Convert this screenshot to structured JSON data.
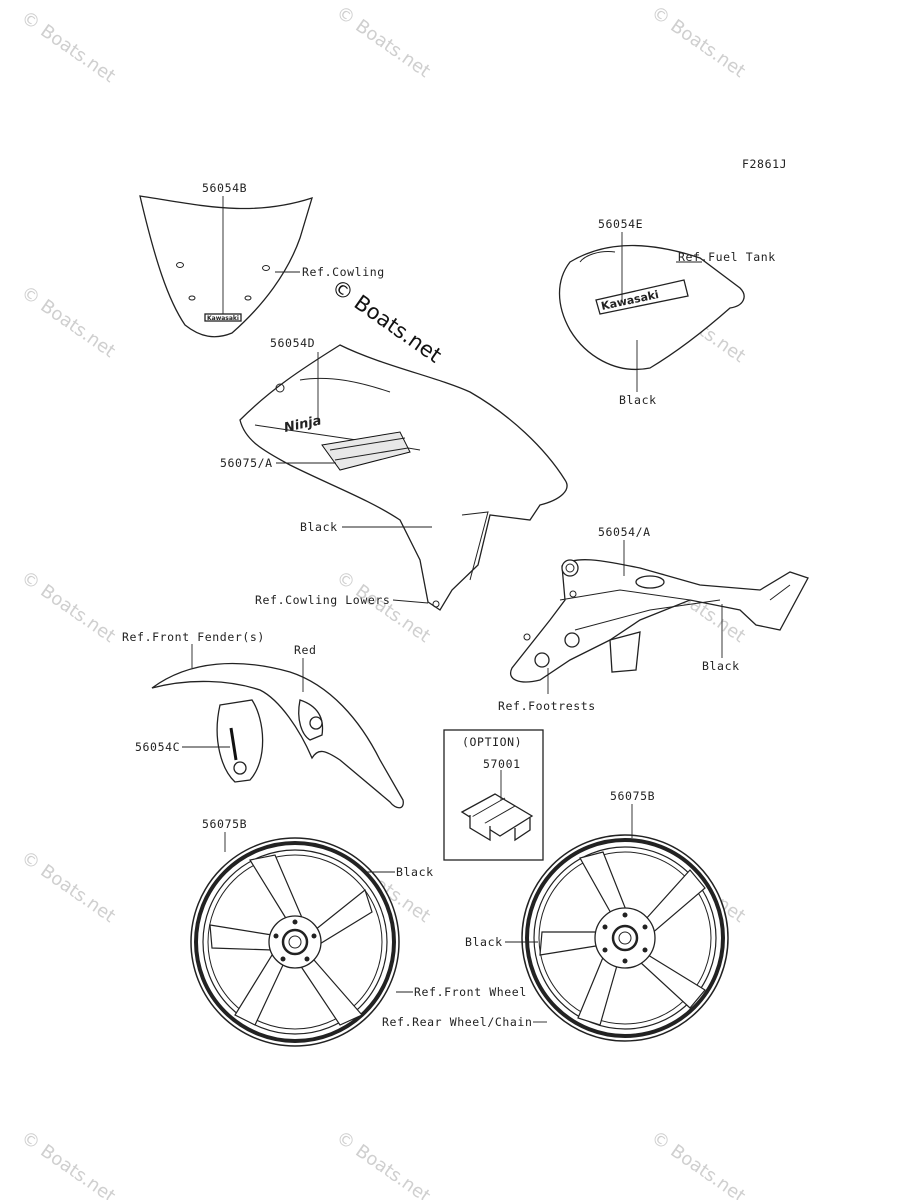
{
  "diagram": {
    "figure_code": "F2861J",
    "watermark": "© Boats.net",
    "parts": {
      "windshield_decal": "56054B",
      "fuel_tank_decal": "56054E",
      "cowling_decal": "56054D",
      "cowling_stripe": "56075/A",
      "frame_decal": "56054/A",
      "fender_decal": "56054C",
      "option_part": "57001",
      "front_wheel_stripe": "56075B",
      "rear_wheel_stripe": "56075B"
    },
    "labels": {
      "ref_cowling": "Ref.Cowling",
      "ref_fuel_tank": "Ref.Fuel Tank",
      "black_tank": "Black",
      "black_cowling": "Black",
      "ref_cowling_lowers": "Ref.Cowling Lowers",
      "black_frame": "Black",
      "ref_footrests": "Ref.Footrests",
      "ref_front_fenders": "Ref.Front Fender(s)",
      "red": "Red",
      "option": "(OPTION)",
      "black_front_wheel": "Black",
      "black_rear_wheel": "Black",
      "ref_front_wheel": "Ref.Front Wheel",
      "ref_rear_wheel_chain": "Ref.Rear Wheel/Chain"
    },
    "decal_text": {
      "kawasaki": "Kawasaki",
      "ninja": "Ninja"
    }
  }
}
